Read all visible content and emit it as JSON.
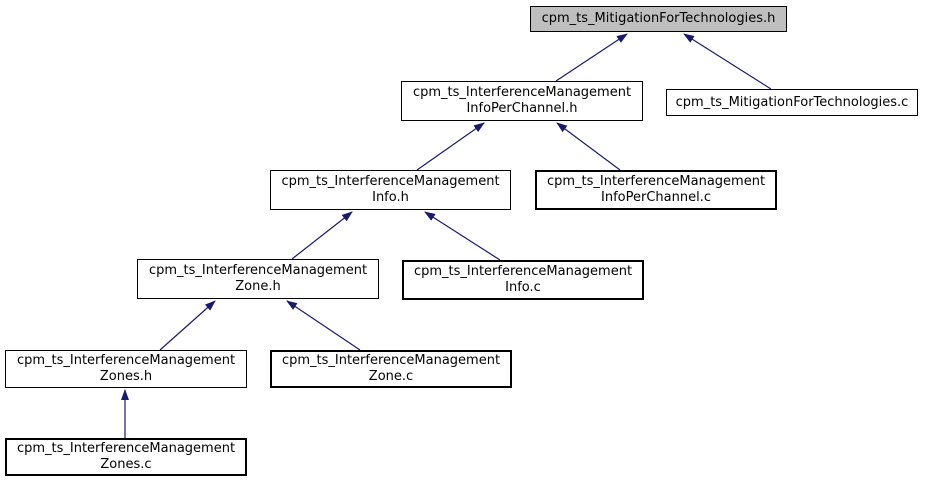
{
  "diagram": {
    "type": "include-dependency-graph",
    "description": "Doxygen 'included by' dependency graph",
    "background_color": "#ffffff",
    "edge_color": "#191970",
    "node_border_color": "#000000",
    "node_fill": "#ffffff",
    "highlighted_node_fill": "#bfbfbf",
    "nodes": [
      {
        "id": "mitigationfortechnologies_h",
        "label": "cpm_ts_MitigationForTechnologies.h",
        "highlighted": true
      },
      {
        "id": "interferencemanagementinfoperchannel_h",
        "label": "cpm_ts_InterferenceManagement\nInfoPerChannel.h",
        "highlighted": false
      },
      {
        "id": "mitigationfortechnologies_c",
        "label": "cpm_ts_MitigationForTechnologies.c",
        "highlighted": false
      },
      {
        "id": "interferencemanagementinfo_h",
        "label": "cpm_ts_InterferenceManagement\nInfo.h",
        "highlighted": false
      },
      {
        "id": "interferencemanagementinfoperchannel_c",
        "label": "cpm_ts_InterferenceManagement\nInfoPerChannel.c",
        "highlighted": false
      },
      {
        "id": "interferencemanagementzone_h",
        "label": "cpm_ts_InterferenceManagement\nZone.h",
        "highlighted": false
      },
      {
        "id": "interferencemanagementinfo_c",
        "label": "cpm_ts_InterferenceManagement\nInfo.c",
        "highlighted": false
      },
      {
        "id": "interferencemanagementzones_h",
        "label": "cpm_ts_InterferenceManagement\nZones.h",
        "highlighted": false
      },
      {
        "id": "interferencemanagementzone_c",
        "label": "cpm_ts_InterferenceManagement\nZone.c",
        "highlighted": false
      },
      {
        "id": "interferencemanagementzones_c",
        "label": "cpm_ts_InterferenceManagement\nZones.c",
        "highlighted": false
      }
    ],
    "edges": [
      {
        "from": "interferencemanagementinfoperchannel_h",
        "to": "mitigationfortechnologies_h"
      },
      {
        "from": "mitigationfortechnologies_c",
        "to": "mitigationfortechnologies_h"
      },
      {
        "from": "interferencemanagementinfo_h",
        "to": "interferencemanagementinfoperchannel_h"
      },
      {
        "from": "interferencemanagementinfoperchannel_c",
        "to": "interferencemanagementinfoperchannel_h"
      },
      {
        "from": "interferencemanagementzone_h",
        "to": "interferencemanagementinfo_h"
      },
      {
        "from": "interferencemanagementinfo_c",
        "to": "interferencemanagementinfo_h"
      },
      {
        "from": "interferencemanagementzones_h",
        "to": "interferencemanagementzone_h"
      },
      {
        "from": "interferencemanagementzone_c",
        "to": "interferencemanagementzone_h"
      },
      {
        "from": "interferencemanagementzones_c",
        "to": "interferencemanagementzones_h"
      }
    ]
  }
}
